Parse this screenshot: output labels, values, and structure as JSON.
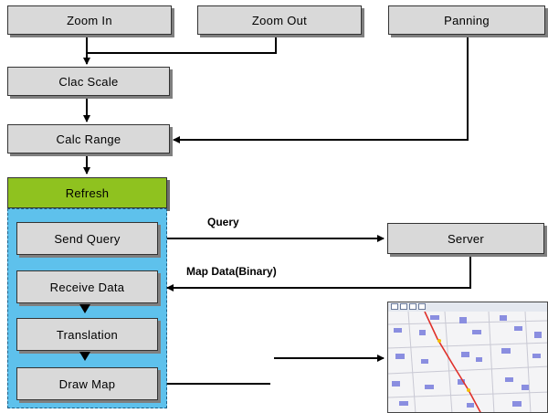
{
  "nodes": {
    "zoom_in": "Zoom In",
    "zoom_out": "Zoom Out",
    "panning": "Panning",
    "calc_scale": "Clac Scale",
    "calc_range": "Calc Range",
    "refresh": "Refresh",
    "send_query": "Send Query",
    "receive_data": "Receive Data",
    "translation": "Translation",
    "draw_map": "Draw Map",
    "server": "Server"
  },
  "edges": {
    "query": "Query",
    "map_data": "Map Data(Binary)"
  },
  "colors": {
    "node_fill": "#d9d9d9",
    "refresh_fill": "#8fc21f",
    "panel_fill": "#5ec1ec",
    "map_road": "#e0302a",
    "map_block": "#8a8ee0"
  },
  "map_icon": "map-thumbnail"
}
